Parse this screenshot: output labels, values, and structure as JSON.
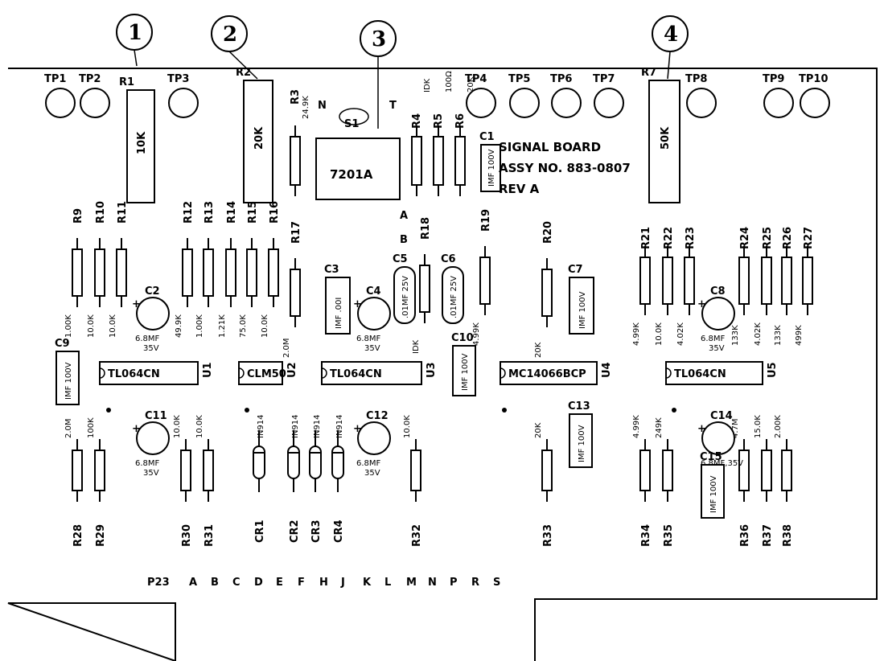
{
  "callouts": [
    "1",
    "2",
    "3",
    "4"
  ],
  "board_title": {
    "line1": "SIGNAL BOARD",
    "line2": "ASSY NO. 883-0807",
    "line3": "REV A"
  },
  "test_points": [
    "TP1",
    "TP2",
    "TP3",
    "TP4",
    "TP5",
    "TP6",
    "TP7",
    "TP8",
    "TP9",
    "TP10"
  ],
  "pots": [
    {
      "ref": "R1",
      "value": "10K"
    },
    {
      "ref": "R2",
      "value": "20K"
    },
    {
      "ref": "R7",
      "value": "50K"
    }
  ],
  "top_resistors": [
    {
      "ref": "R3",
      "value": "24.9K"
    },
    {
      "ref": "R4",
      "value": "IDK"
    },
    {
      "ref": "R5",
      "value": "100Ω"
    },
    {
      "ref": "R6",
      "value": "20K"
    }
  ],
  "switch": {
    "ref": "S1",
    "part": "7201A",
    "pole_n": "N",
    "pole_t": "T",
    "pin_a": "A",
    "pin_b": "B"
  },
  "left_resistors": [
    {
      "ref": "R9",
      "value": "1.00K"
    },
    {
      "ref": "R10",
      "value": "10.0K"
    },
    {
      "ref": "R11",
      "value": "10.0K"
    },
    {
      "ref": "R12",
      "value": "49.9K"
    },
    {
      "ref": "R13",
      "value": "1.00K"
    },
    {
      "ref": "R14",
      "value": "1.21K"
    },
    {
      "ref": "R15",
      "value": "75.0K"
    },
    {
      "ref": "R16",
      "value": "10.0K"
    },
    {
      "ref": "R17",
      "value": "2.0M"
    },
    {
      "ref": "R18",
      "value": "IDK"
    },
    {
      "ref": "R19",
      "value": "4.99K"
    },
    {
      "ref": "R20",
      "value": "20K"
    }
  ],
  "right_resistors": [
    {
      "ref": "R21",
      "value": "4.99K"
    },
    {
      "ref": "R22",
      "value": "10.0K"
    },
    {
      "ref": "R23",
      "value": "4.02K"
    },
    {
      "ref": "R24",
      "value": "133K"
    },
    {
      "ref": "R25",
      "value": "4.02K"
    },
    {
      "ref": "R26",
      "value": "133K"
    },
    {
      "ref": "R27",
      "value": "499K"
    }
  ],
  "bottom_resistors": [
    {
      "ref": "R28",
      "value": "2.0M"
    },
    {
      "ref": "R29",
      "value": "100K"
    },
    {
      "ref": "R30",
      "value": "10.0K"
    },
    {
      "ref": "R31",
      "value": "10.0K"
    },
    {
      "ref": "R32",
      "value": "10.0K"
    },
    {
      "ref": "R33",
      "value": "20K"
    },
    {
      "ref": "R34",
      "value": "4.99K"
    },
    {
      "ref": "R35",
      "value": "249K"
    },
    {
      "ref": "R36",
      "value": "4.7M"
    },
    {
      "ref": "R37",
      "value": "15.0K"
    },
    {
      "ref": "R38",
      "value": "2.00K"
    }
  ],
  "electrolytics": [
    {
      "ref": "C2",
      "value": "6.8MF",
      "voltage": "35V"
    },
    {
      "ref": "C4",
      "value": "6.8MF",
      "voltage": "35V"
    },
    {
      "ref": "C8",
      "value": "6.8MF",
      "voltage": "35V"
    },
    {
      "ref": "C11",
      "value": "6.8MF",
      "voltage": "35V"
    },
    {
      "ref": "C12",
      "value": "6.8MF",
      "voltage": "35V"
    },
    {
      "ref": "C14",
      "value": "6.8MF,35V"
    }
  ],
  "film_caps": [
    {
      "ref": "C1",
      "value": "IMF 100V"
    },
    {
      "ref": "C3",
      "value": "IMF .00I"
    },
    {
      "ref": "C5",
      "value": ".01MF 25V"
    },
    {
      "ref": "C6",
      "value": ".01MF 25V"
    },
    {
      "ref": "C7",
      "value": "IMF 100V"
    },
    {
      "ref": "C9",
      "value": "IMF 100V"
    },
    {
      "ref": "C10",
      "value": "IMF 100V"
    },
    {
      "ref": "C13",
      "value": "IMF 100V"
    },
    {
      "ref": "C15",
      "value": "IMF 100V"
    }
  ],
  "ics": [
    {
      "ref": "U1",
      "part": "TL064CN"
    },
    {
      "ref": "U2",
      "part": "CLM50"
    },
    {
      "ref": "U3",
      "part": "TL064CN"
    },
    {
      "ref": "U4",
      "part": "MC14066BCP"
    },
    {
      "ref": "U5",
      "part": "TL064CN"
    }
  ],
  "diodes": [
    {
      "ref": "CR1",
      "part": "IN914"
    },
    {
      "ref": "CR2",
      "part": "IN914"
    },
    {
      "ref": "CR3",
      "part": "IN914"
    },
    {
      "ref": "CR4",
      "part": "IN914"
    }
  ],
  "connector": {
    "ref": "P23",
    "pins": [
      "A",
      "B",
      "C",
      "D",
      "E",
      "F",
      "H",
      "J",
      "K",
      "L",
      "M",
      "N",
      "P",
      "R",
      "S"
    ]
  }
}
